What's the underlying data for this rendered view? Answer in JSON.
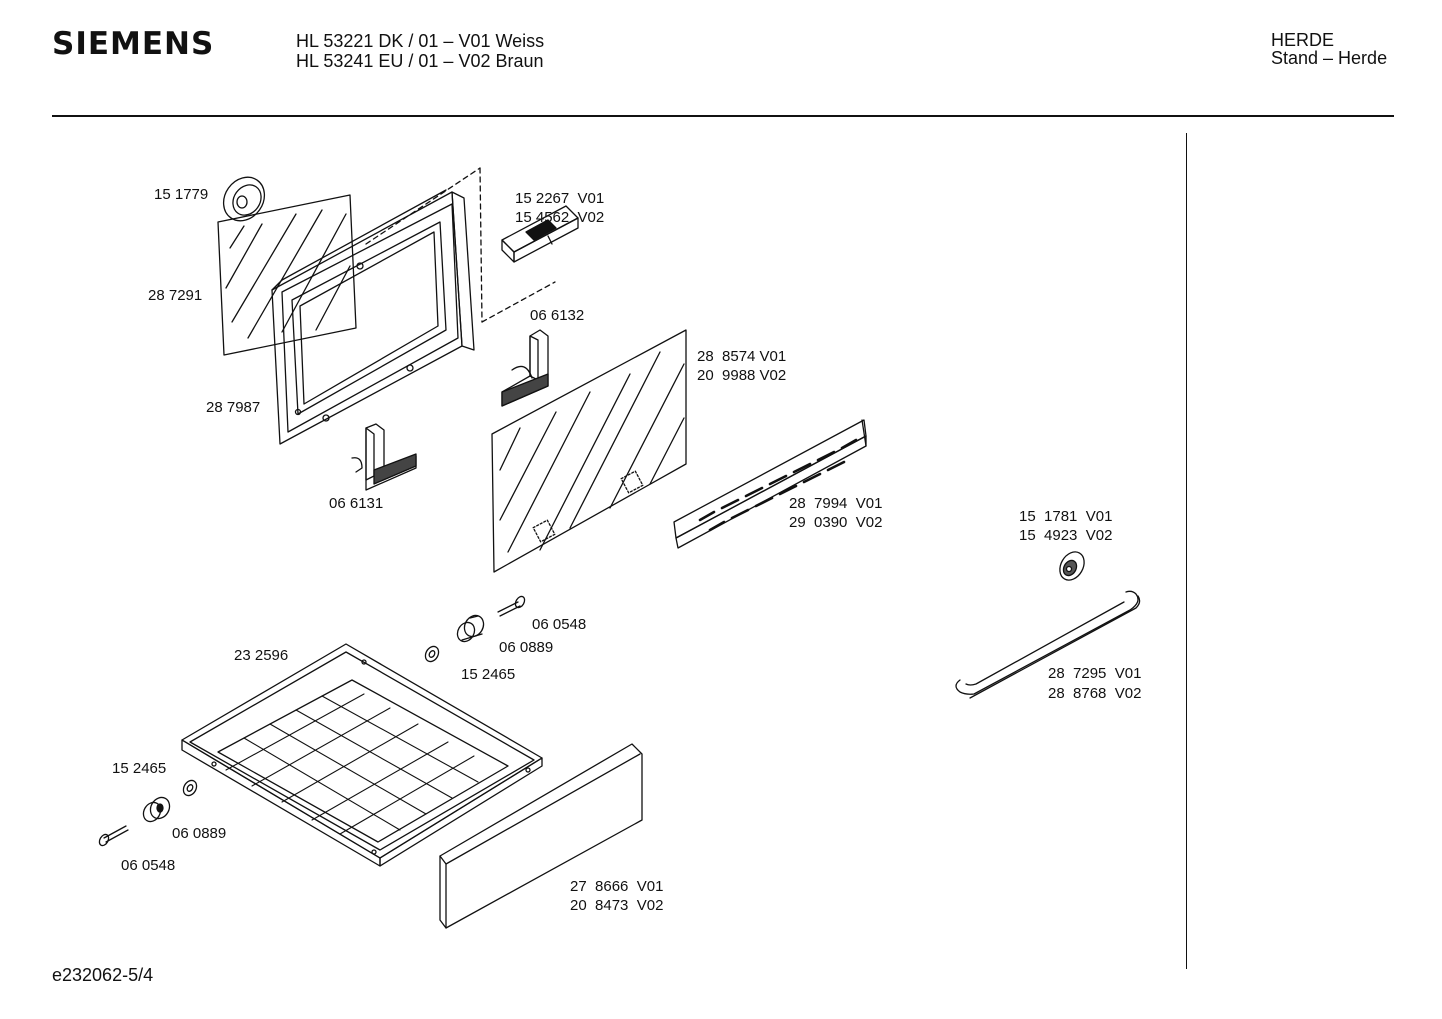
{
  "header": {
    "brand": "SIEMENS",
    "models": [
      "HL 53221 DK / 01 – V01 Weiss",
      "HL 53241 EU / 01 – V02 Braun"
    ],
    "category": "HERDE",
    "subcategory": "Stand – Herde"
  },
  "footer": {
    "doc_id": "e232062-5/4"
  },
  "parts": {
    "p151779": "15 1779",
    "p287291": "28 7291",
    "p287987": "28 7987",
    "p066131": "06 6131",
    "p152267": "15 2267  V01",
    "p154562": "15 4562  V02",
    "p066132": "06 6132",
    "p288574": "28  8574 V01",
    "p209988": "20  9988 V02",
    "p287994": "28  7994  V01",
    "p290390": "29  0390  V02",
    "p151781": "15  1781  V01",
    "p154923": "15  4923  V02",
    "p287295": "28  7295  V01",
    "p288768": "28  8768  V02",
    "p060548a": "06 0548",
    "p060889a": "06 0889",
    "p152465a": "15 2465",
    "p232596": "23 2596",
    "p152465b": "15 2465",
    "p060889b": "06 0889",
    "p060548b": "06 0548",
    "p278666": "27  8666  V01",
    "p208473": "20  8473  V02"
  }
}
